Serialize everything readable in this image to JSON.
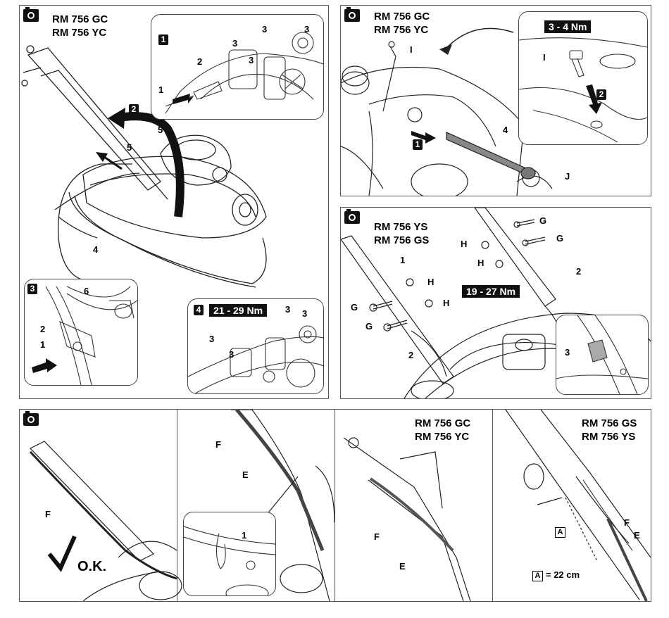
{
  "panel_tl": {
    "models": "RM 756 GC\nRM 756 YC",
    "inset1": {
      "step": "1",
      "labels": {
        "l1": "1",
        "l2": "2",
        "l3a": "3",
        "l3b": "3",
        "l3c": "3",
        "l3d": "3"
      }
    },
    "main": {
      "step": "2",
      "labels": {
        "l5a": "5",
        "l5b": "5",
        "l4": "4"
      }
    },
    "inset3": {
      "step": "3",
      "labels": {
        "l6": "6",
        "l2": "2",
        "l1": "1"
      }
    },
    "inset4": {
      "step": "4",
      "torque": "21 - 29 Nm",
      "labels": {
        "a": "3",
        "b": "3",
        "c": "3",
        "d": "3"
      }
    }
  },
  "panel_tr": {
    "models": "RM 756 GC\nRM 756 YC",
    "labels": {
      "I": "I",
      "four": "4",
      "J": "J"
    },
    "step1": "1",
    "inset": {
      "torque": "3 - 4 Nm",
      "I": "I",
      "step": "2"
    }
  },
  "panel_mr": {
    "models": "RM 756 YS\nRM 756 GS",
    "torque": "19 - 27 Nm",
    "labels": {
      "G1": "G",
      "G2": "G",
      "G3": "G",
      "G4": "G",
      "H1": "H",
      "H2": "H",
      "H3": "H",
      "H4": "H",
      "one": "1",
      "two_a": "2",
      "two_b": "2",
      "three": "3"
    }
  },
  "bottom": {
    "p1": {
      "F": "F",
      "ok": "O.K."
    },
    "p2": {
      "F": "F",
      "E": "E",
      "one": "1"
    },
    "p3": {
      "models": "RM 756 GC\nRM 756 YC",
      "F": "F",
      "E": "E"
    },
    "p4": {
      "models": "RM 756 GS\nRM 756 YS",
      "F": "F",
      "E": "E",
      "A": "A",
      "legend_A": "A",
      "legend_value": "= 22 cm"
    }
  }
}
